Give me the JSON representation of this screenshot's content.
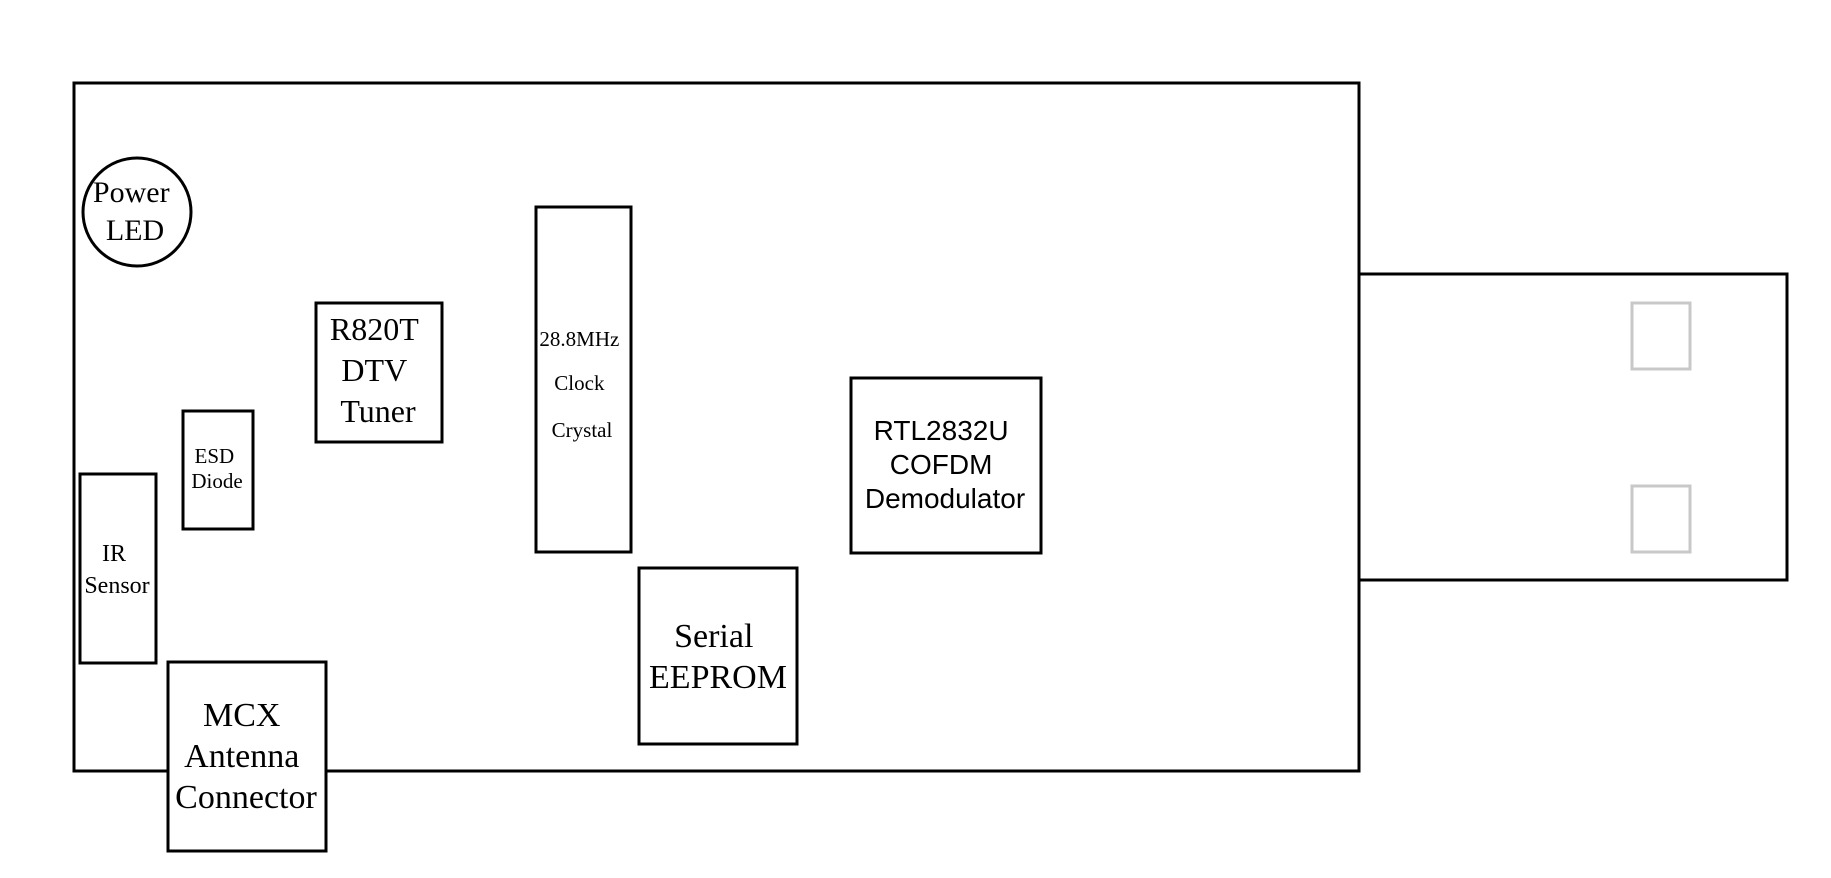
{
  "colors": {
    "stroke": "#000000",
    "usb_pad_stroke": "#c8c8c8",
    "background": "#ffffff"
  },
  "components": {
    "power_led": {
      "lines": [
        "Power",
        "LED"
      ]
    },
    "r820t": {
      "lines": [
        "R820T",
        "DTV",
        "Tuner"
      ]
    },
    "clock_crystal": {
      "lines": [
        "28.8MHz",
        "Clock",
        "Crystal"
      ]
    },
    "esd_diode": {
      "lines": [
        "ESD",
        "Diode"
      ]
    },
    "ir_sensor": {
      "lines": [
        "IR",
        "Sensor"
      ]
    },
    "rtl2832u": {
      "lines": [
        "RTL2832U",
        "COFDM",
        "Demodulator"
      ]
    },
    "serial_eeprom": {
      "lines": [
        "Serial",
        "EEPROM"
      ]
    },
    "mcx_antenna": {
      "lines": [
        "MCX",
        "Antenna",
        "Connector"
      ]
    }
  }
}
